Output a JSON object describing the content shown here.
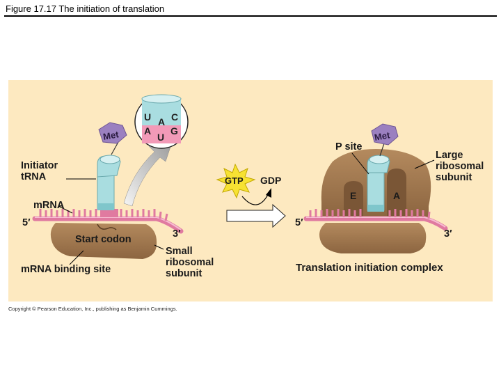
{
  "slide": {
    "title": "Figure 17.17  The initiation of translation",
    "copyright": "Copyright © Pearson Education, Inc., publishing as Benjamin Cummings."
  },
  "left_panel": {
    "met": "Met",
    "initiator_trna": "Initiator\ntRNA",
    "mrna": "mRNA",
    "five_prime": "5′",
    "three_prime": "3′",
    "start_codon": "Start codon",
    "small_subunit": "Small\nribosomal\nsubunit",
    "mrna_binding_site": "mRNA binding site"
  },
  "inset": {
    "anticodon": [
      "U",
      "A",
      "C"
    ],
    "codon": [
      "A",
      "U",
      "G"
    ]
  },
  "middle": {
    "gtp": "GTP",
    "gdp": "GDP"
  },
  "right_panel": {
    "met": "Met",
    "p_site": "P site",
    "e_site": "E",
    "a_site": "A",
    "large_subunit": "Large\nribosomal\nsubunit",
    "five_prime": "5′",
    "three_prime": "3′",
    "complex": "Translation initiation complex"
  },
  "colors": {
    "background": "#fde9c0",
    "ribosome": "#a67c52",
    "trna": "#a9dde0",
    "mrna": "#f29ab8",
    "met": "#9b80c0",
    "gtp_burst": "#f7e233"
  }
}
